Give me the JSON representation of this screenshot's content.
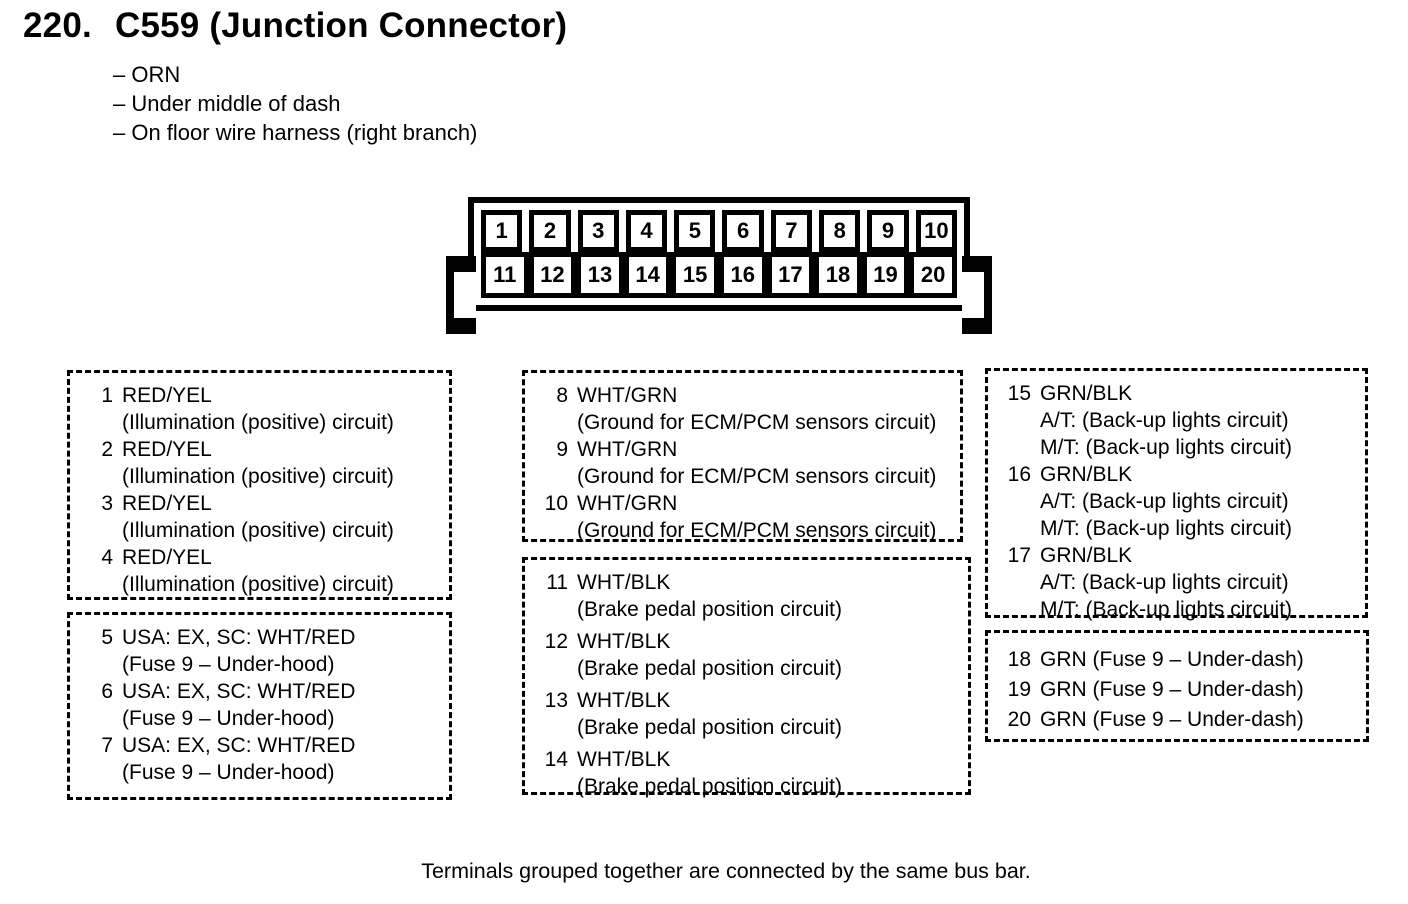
{
  "colors": {
    "ink": "#000000",
    "paper": "#ffffff"
  },
  "page": {
    "number": "220.",
    "title": "C559 (Junction Connector)",
    "bullets": [
      "– ORN",
      "– Under middle of dash",
      "– On floor wire harness (right branch)"
    ],
    "footnote": "Terminals grouped together are connected by the same bus bar."
  },
  "connector": {
    "top_row": [
      "1",
      "2",
      "3",
      "4",
      "5",
      "6",
      "7",
      "8",
      "9",
      "10"
    ],
    "bottom_row": [
      "11",
      "12",
      "13",
      "14",
      "15",
      "16",
      "17",
      "18",
      "19",
      "20"
    ]
  },
  "groups": [
    {
      "position": "left-top",
      "entries": [
        {
          "pin": "1",
          "lines": [
            "RED/YEL",
            "(Illumination (positive) circuit)"
          ]
        },
        {
          "pin": "2",
          "lines": [
            "RED/YEL",
            "(Illumination (positive) circuit)"
          ]
        },
        {
          "pin": "3",
          "lines": [
            "RED/YEL",
            "(Illumination (positive) circuit)"
          ]
        },
        {
          "pin": "4",
          "lines": [
            "RED/YEL",
            "(Illumination (positive) circuit)"
          ]
        }
      ]
    },
    {
      "position": "left-bottom",
      "entries": [
        {
          "pin": "5",
          "lines": [
            "USA: EX, SC: WHT/RED",
            "(Fuse 9 – Under-hood)"
          ]
        },
        {
          "pin": "6",
          "lines": [
            "USA: EX, SC: WHT/RED",
            "(Fuse 9 – Under-hood)"
          ]
        },
        {
          "pin": "7",
          "lines": [
            "USA: EX, SC: WHT/RED",
            "(Fuse 9 – Under-hood)"
          ]
        }
      ]
    },
    {
      "position": "middle-top",
      "entries": [
        {
          "pin": "8",
          "lines": [
            "WHT/GRN",
            "(Ground for ECM/PCM sensors circuit)"
          ]
        },
        {
          "pin": "9",
          "lines": [
            "WHT/GRN",
            "(Ground for ECM/PCM sensors circuit)"
          ]
        },
        {
          "pin": "10",
          "lines": [
            "WHT/GRN",
            "(Ground for ECM/PCM sensors circuit)"
          ]
        }
      ]
    },
    {
      "position": "middle-bottom",
      "entries": [
        {
          "pin": "11",
          "lines": [
            "WHT/BLK",
            "(Brake pedal position circuit)"
          ]
        },
        {
          "pin": "12",
          "lines": [
            "WHT/BLK",
            "(Brake pedal position circuit)"
          ]
        },
        {
          "pin": "13",
          "lines": [
            "WHT/BLK",
            "(Brake pedal position circuit)"
          ]
        },
        {
          "pin": "14",
          "lines": [
            "WHT/BLK",
            "(Brake pedal position circuit)"
          ]
        }
      ]
    },
    {
      "position": "right-top",
      "entries": [
        {
          "pin": "15",
          "lines": [
            "GRN/BLK",
            "A/T: (Back-up lights circuit)",
            "M/T: (Back-up lights circuit)"
          ]
        },
        {
          "pin": "16",
          "lines": [
            "GRN/BLK",
            "A/T: (Back-up lights circuit)",
            "M/T: (Back-up lights circuit)"
          ]
        },
        {
          "pin": "17",
          "lines": [
            "GRN/BLK",
            "A/T: (Back-up lights circuit)",
            "M/T: (Back-up lights circuit)"
          ]
        }
      ]
    },
    {
      "position": "right-bottom",
      "entries": [
        {
          "pin": "18",
          "lines": [
            "GRN (Fuse 9 – Under-dash)"
          ]
        },
        {
          "pin": "19",
          "lines": [
            "GRN (Fuse 9 – Under-dash)"
          ]
        },
        {
          "pin": "20",
          "lines": [
            "GRN (Fuse 9 – Under-dash)"
          ]
        }
      ]
    }
  ]
}
